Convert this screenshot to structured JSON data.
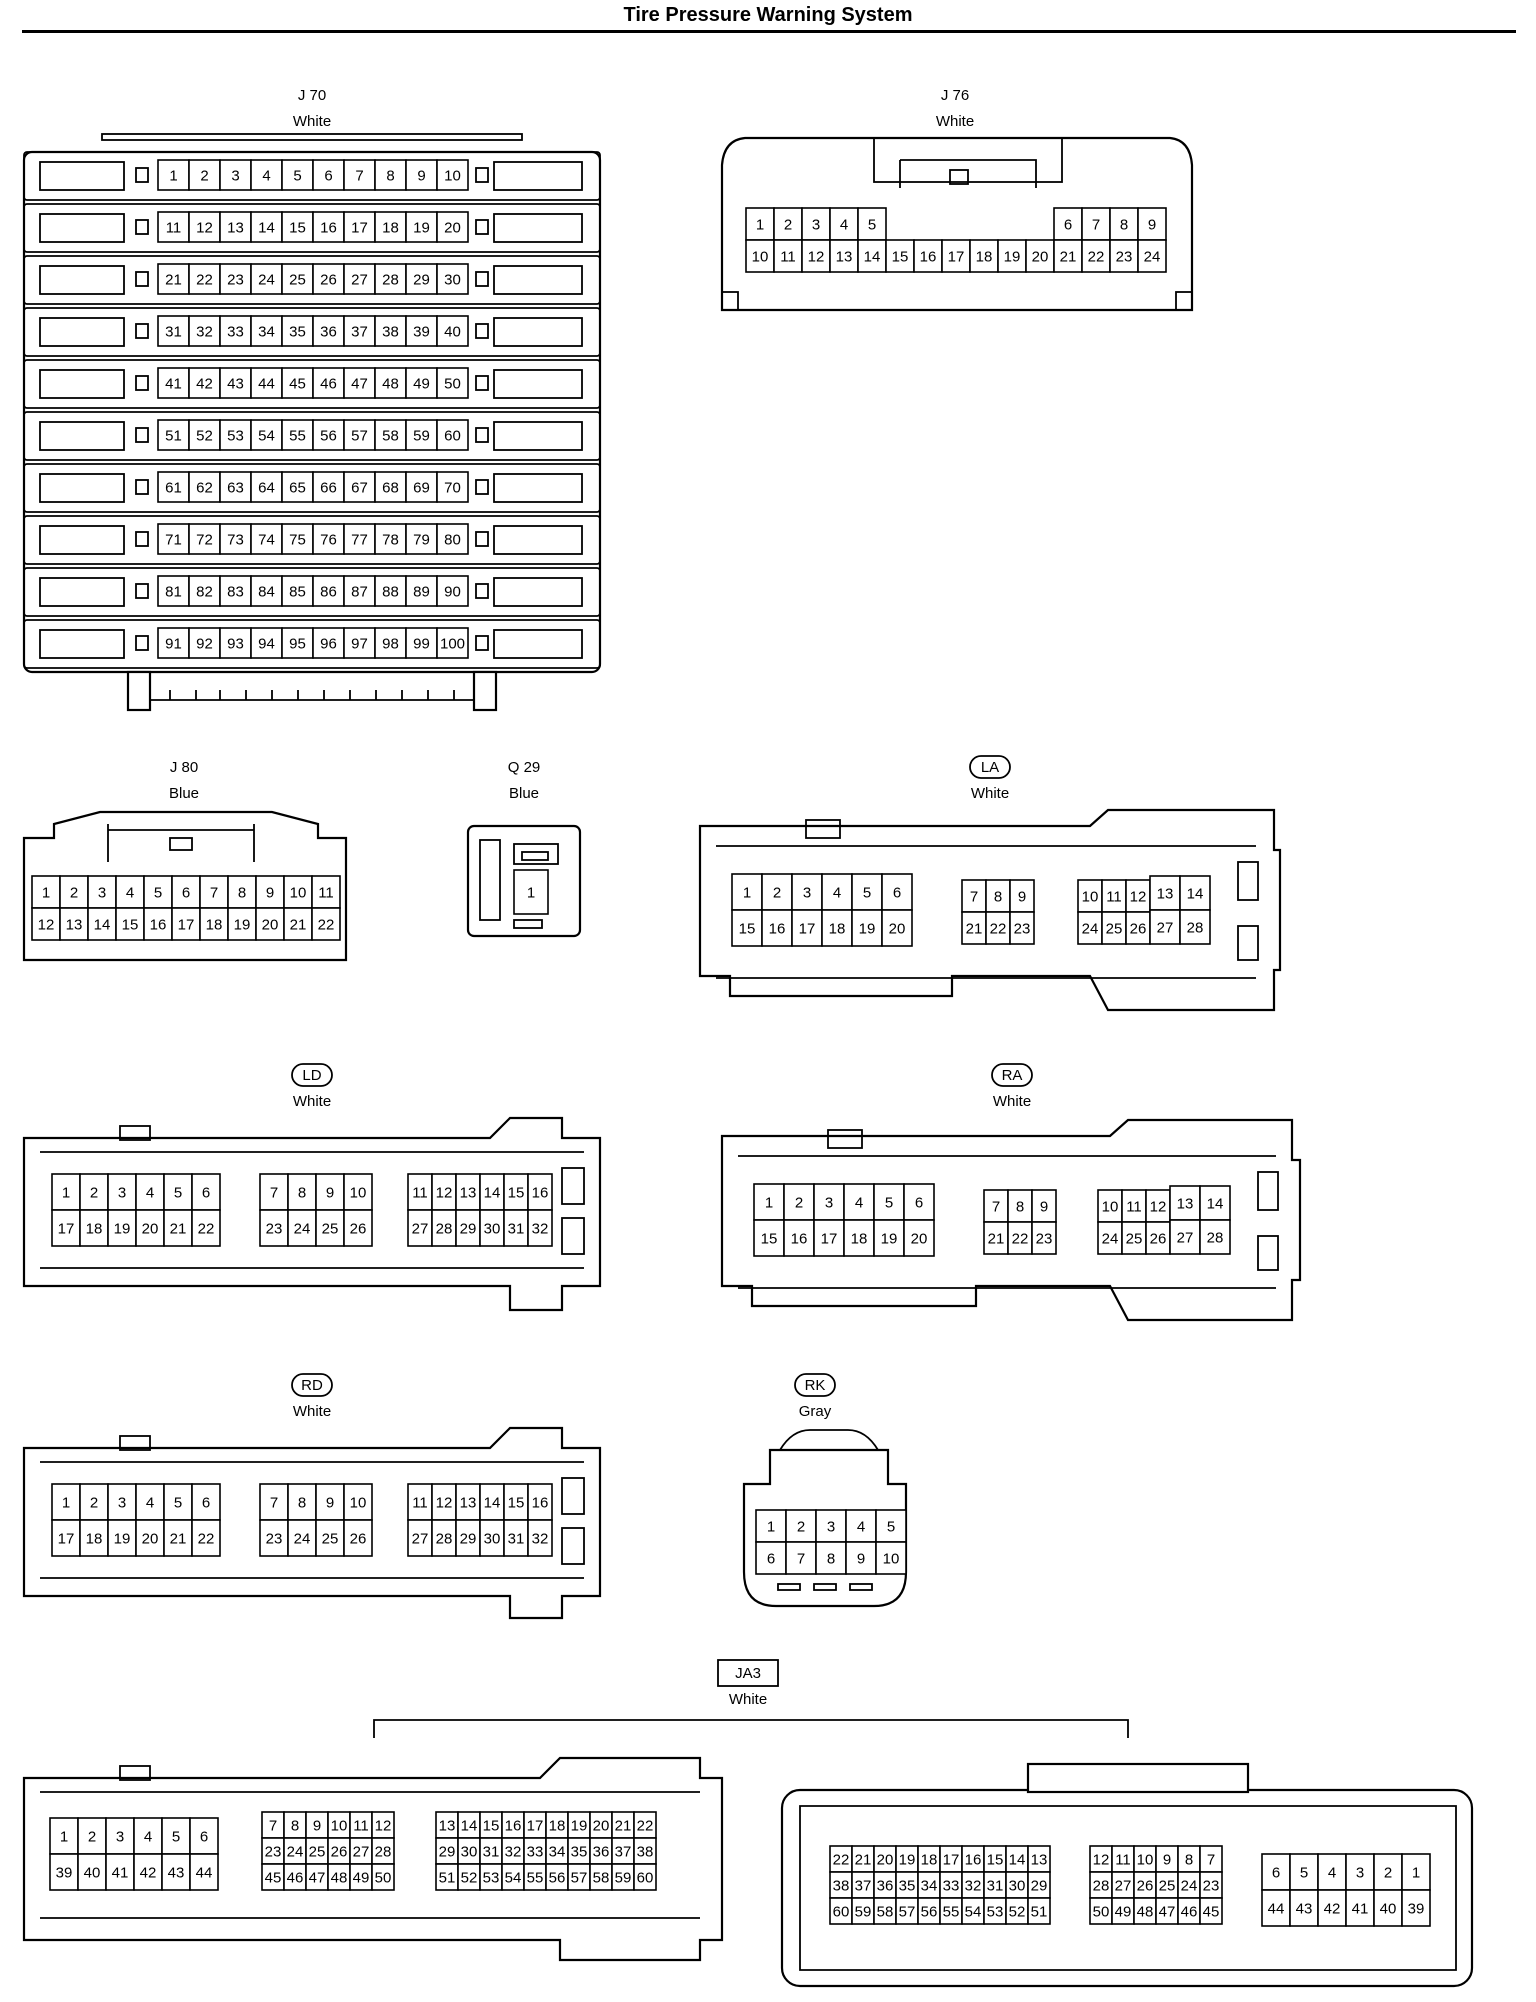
{
  "title": "Tire Pressure Warning System",
  "connectors": [
    {
      "id": "J70",
      "name": "J 70",
      "color": "White",
      "boxed": false
    },
    {
      "id": "J76",
      "name": "J 76",
      "color": "White",
      "boxed": false
    },
    {
      "id": "J80",
      "name": "J 80",
      "color": "Blue",
      "boxed": false
    },
    {
      "id": "Q29",
      "name": "Q 29",
      "color": "Blue",
      "boxed": false
    },
    {
      "id": "LA",
      "name": "LA",
      "color": "White",
      "boxed": true
    },
    {
      "id": "LD",
      "name": "LD",
      "color": "White",
      "boxed": true
    },
    {
      "id": "RA",
      "name": "RA",
      "color": "White",
      "boxed": true
    },
    {
      "id": "RD",
      "name": "RD",
      "color": "White",
      "boxed": true
    },
    {
      "id": "RK",
      "name": "RK",
      "color": "Gray",
      "boxed": true
    },
    {
      "id": "JA3",
      "name": "JA3",
      "color": "White",
      "boxed": "square"
    }
  ],
  "pins": {
    "J70": [
      [
        1,
        2,
        3,
        4,
        5,
        6,
        7,
        8,
        9,
        10
      ],
      [
        11,
        12,
        13,
        14,
        15,
        16,
        17,
        18,
        19,
        20
      ],
      [
        21,
        22,
        23,
        24,
        25,
        26,
        27,
        28,
        29,
        30
      ],
      [
        31,
        32,
        33,
        34,
        35,
        36,
        37,
        38,
        39,
        40
      ],
      [
        41,
        42,
        43,
        44,
        45,
        46,
        47,
        48,
        49,
        50
      ],
      [
        51,
        52,
        53,
        54,
        55,
        56,
        57,
        58,
        59,
        60
      ],
      [
        61,
        62,
        63,
        64,
        65,
        66,
        67,
        68,
        69,
        70
      ],
      [
        71,
        72,
        73,
        74,
        75,
        76,
        77,
        78,
        79,
        80
      ],
      [
        81,
        82,
        83,
        84,
        85,
        86,
        87,
        88,
        89,
        90
      ],
      [
        91,
        92,
        93,
        94,
        95,
        96,
        97,
        98,
        99,
        100
      ]
    ],
    "J76": {
      "top_left": [
        1,
        2,
        3,
        4,
        5
      ],
      "top_right": [
        6,
        7,
        8,
        9
      ],
      "bottom": [
        10,
        11,
        12,
        13,
        14,
        15,
        16,
        17,
        18,
        19,
        20,
        21,
        22,
        23,
        24
      ]
    },
    "J80": [
      [
        1,
        2,
        3,
        4,
        5,
        6,
        7,
        8,
        9,
        10,
        11
      ],
      [
        12,
        13,
        14,
        15,
        16,
        17,
        18,
        19,
        20,
        21,
        22
      ]
    ],
    "Q29": [
      [
        1
      ]
    ],
    "LA": [
      [
        [
          1,
          2,
          3,
          4,
          5,
          6
        ],
        [
          15,
          16,
          17,
          18,
          19,
          20
        ]
      ],
      [
        [
          7,
          8,
          9
        ],
        [
          21,
          22,
          23
        ]
      ],
      [
        [
          10,
          11,
          12
        ],
        [
          24,
          25,
          26
        ]
      ],
      [
        [
          13,
          14
        ],
        [
          27,
          28
        ]
      ]
    ],
    "LD": [
      [
        [
          1,
          2,
          3,
          4,
          5,
          6
        ],
        [
          17,
          18,
          19,
          20,
          21,
          22
        ]
      ],
      [
        [
          7,
          8,
          9,
          10
        ],
        [
          23,
          24,
          25,
          26
        ]
      ],
      [
        [
          11,
          12,
          13,
          14,
          15,
          16
        ],
        [
          27,
          28,
          29,
          30,
          31,
          32
        ]
      ]
    ],
    "RA": [
      [
        [
          1,
          2,
          3,
          4,
          5,
          6
        ],
        [
          15,
          16,
          17,
          18,
          19,
          20
        ]
      ],
      [
        [
          7,
          8,
          9
        ],
        [
          21,
          22,
          23
        ]
      ],
      [
        [
          10,
          11,
          12
        ],
        [
          24,
          25,
          26
        ]
      ],
      [
        [
          13,
          14
        ],
        [
          27,
          28
        ]
      ]
    ],
    "RD": [
      [
        [
          1,
          2,
          3,
          4,
          5,
          6
        ],
        [
          17,
          18,
          19,
          20,
          21,
          22
        ]
      ],
      [
        [
          7,
          8,
          9,
          10
        ],
        [
          23,
          24,
          25,
          26
        ]
      ],
      [
        [
          11,
          12,
          13,
          14,
          15,
          16
        ],
        [
          27,
          28,
          29,
          30,
          31,
          32
        ]
      ]
    ],
    "RK": [
      [
        1,
        2,
        3,
        4,
        5
      ],
      [
        6,
        7,
        8,
        9,
        10
      ]
    ],
    "JA3_left": [
      [
        [
          1,
          2,
          3,
          4,
          5,
          6
        ],
        [
          39,
          40,
          41,
          42,
          43,
          44
        ]
      ],
      [
        [
          7,
          8,
          9,
          10,
          11,
          12
        ],
        [
          23,
          24,
          25,
          26,
          27,
          28
        ],
        [
          45,
          46,
          47,
          48,
          49,
          50
        ]
      ],
      [
        [
          13,
          14,
          15,
          16,
          17,
          18,
          19,
          20,
          21,
          22
        ],
        [
          29,
          30,
          31,
          32,
          33,
          34,
          35,
          36,
          37,
          38
        ],
        [
          51,
          52,
          53,
          54,
          55,
          56,
          57,
          58,
          59,
          60
        ]
      ]
    ],
    "JA3_right": [
      [
        [
          22,
          21,
          20,
          19,
          18,
          17,
          16,
          15,
          14,
          13
        ],
        [
          38,
          37,
          36,
          35,
          34,
          33,
          32,
          31,
          30,
          29
        ],
        [
          60,
          59,
          58,
          57,
          56,
          55,
          54,
          53,
          52,
          51
        ]
      ],
      [
        [
          12,
          11,
          10,
          9,
          8,
          7
        ],
        [
          28,
          27,
          26,
          25,
          24,
          23
        ],
        [
          50,
          49,
          48,
          47,
          46,
          45
        ]
      ],
      [
        [
          6,
          5,
          4,
          3,
          2,
          1
        ],
        [
          44,
          43,
          42,
          41,
          40,
          39
        ]
      ]
    ]
  }
}
